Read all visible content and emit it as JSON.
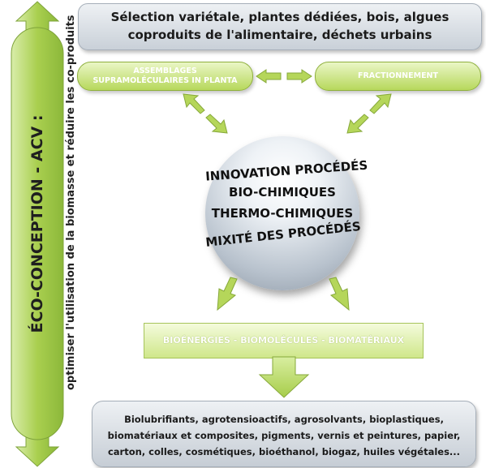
{
  "side_bar": {
    "title": "ÉCO-CONCEPTION - ACV :",
    "subtitle": "optimiser l'utilisation de la biomasse et réduire les co-produits"
  },
  "top_box": {
    "line_1": "Sélection variétale, plantes dédiées, bois, algues",
    "line_2": "coproduits de l'alimentaire, déchets urbains"
  },
  "pills": {
    "assemblages_line_1": "ASSEMBLAGES",
    "assemblages_line_2": "SUPRAMOLÉCULAIRES IN PLANTA",
    "fractionnement": "FRACTIONNEMENT"
  },
  "sphere": {
    "line_1": "INNOVATION PROCÉDÉS",
    "line_2": "BIO-CHIMIQUES",
    "line_3": "THERMO-CHIMIQUES",
    "line_4": "MIXITÉ DES PROCÉDÉS"
  },
  "mid_box": {
    "label": "BIOÉNERGIES - BIOMOLÉCULES - BIOMATÉRIAUX"
  },
  "bottom_box": {
    "line_1": "Biolubrifiants, agrotensioactifs, agrosolvants, bioplastiques,",
    "line_2": "biomatériaux et composites, pigments, vernis et peintures, papier,",
    "line_3": "carton, colles, cosmétiques, bioéthanol, biogaz, huiles végétales..."
  },
  "colors": {
    "green_light": "#eaf6c6",
    "green_dark": "#8fb03d",
    "grey_box": "#c9d0d8"
  }
}
